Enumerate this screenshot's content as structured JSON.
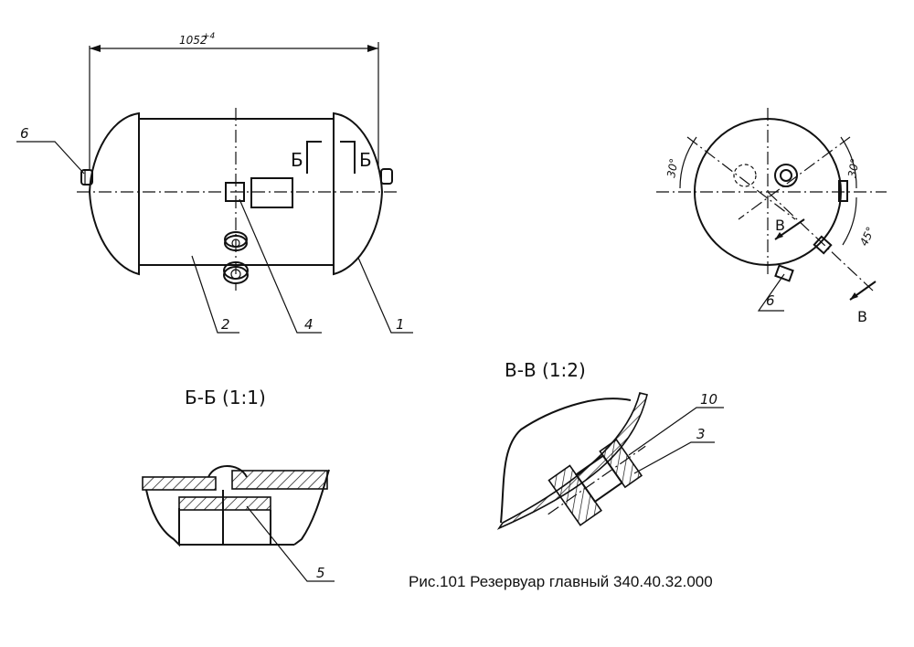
{
  "caption": "Рис.101 Резервуар главный 340.40.32.000",
  "dimensions": {
    "length": "1052",
    "length_suffix": "+4",
    "angle_left": "30°",
    "angle_right": "30°",
    "angle_low": "45°"
  },
  "sections": {
    "bb_title": "Б-Б (1:1)",
    "vv_title": "В-В (1:2)",
    "cut_b_left": "Б",
    "cut_b_right": "Б",
    "cut_v_upper": "В",
    "cut_v_lower": "В"
  },
  "parts": {
    "p1": "1",
    "p2": "2",
    "p3": "3",
    "p4": "4",
    "p5": "5",
    "p6_main": "6",
    "p6_end": "6",
    "p10": "10"
  }
}
